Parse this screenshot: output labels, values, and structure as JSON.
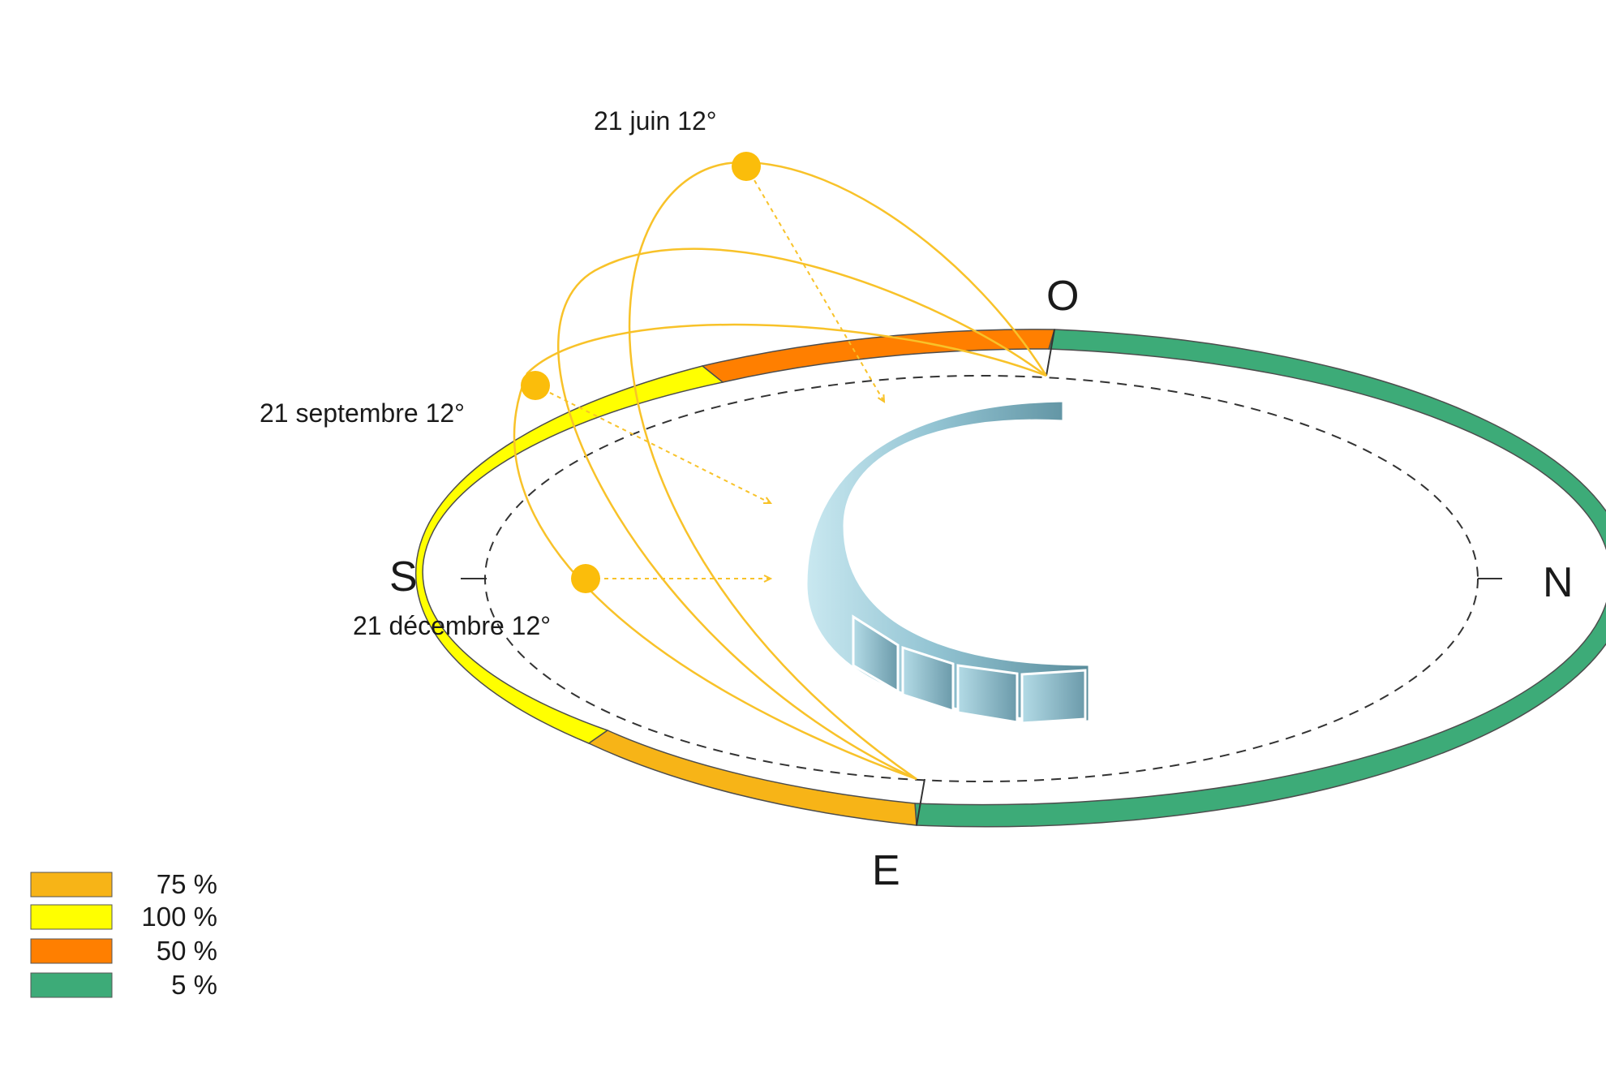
{
  "diagram": {
    "compass": {
      "south": "S",
      "north": "N",
      "west": "O",
      "east": "E"
    },
    "sun_positions": [
      {
        "label": "21 juin 12°"
      },
      {
        "label": "21 septembre 12°"
      },
      {
        "label": "21 décembre 12°"
      }
    ],
    "legend": [
      {
        "label": "75 %",
        "color": "#f7b417"
      },
      {
        "label": "100 %",
        "color": "#ffff00"
      },
      {
        "label": "50 %",
        "color": "#ff7f00"
      },
      {
        "label": "5 %",
        "color": "#3dab78"
      }
    ],
    "colors": {
      "sun": "#fbbd0b",
      "sun_path": "#f8c229",
      "ring_outline": "#4d4d4d",
      "dashed_horizon": "#333333",
      "building_light": "#b6dde8",
      "building_dark": "#5d8e9d"
    }
  }
}
